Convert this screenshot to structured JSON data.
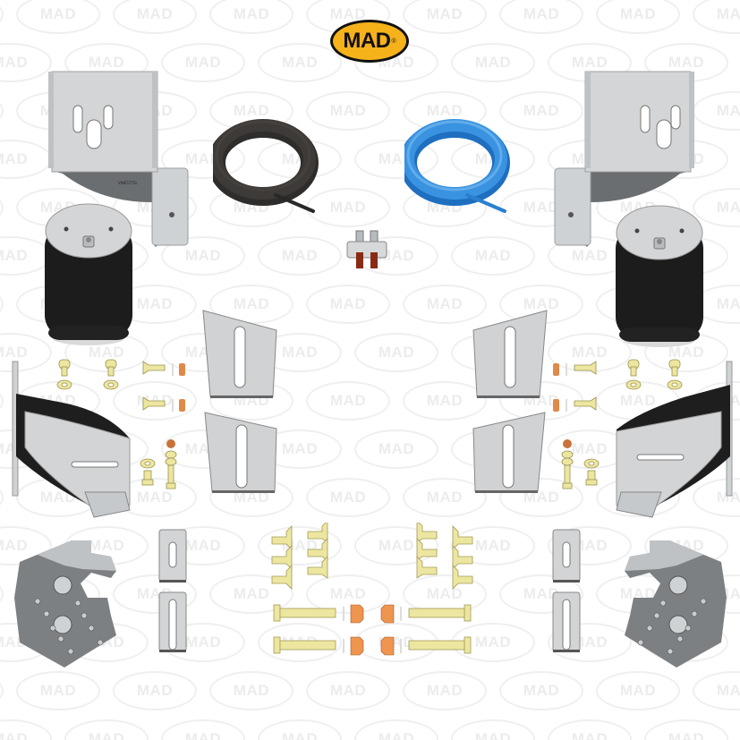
{
  "brand": {
    "logo_text": "MAD",
    "logo_mark": "®",
    "logo_color": "#f6b21b",
    "logo_border": "#111111",
    "watermark_text": "MAD"
  },
  "colors": {
    "steel_light": "#d4d6d8",
    "steel_dark": "#5a5d60",
    "air_spring_black": "#1a1a1a",
    "hose_black": "#2e2c2a",
    "hose_blue": "#2f86d6",
    "bolt_brass": "#efe9a4",
    "nut_copper": "#e08a4a"
  },
  "parts": {
    "upper_bracket_left": {
      "name": "Upper mounting bracket (left)"
    },
    "upper_bracket_right": {
      "name": "Upper mounting bracket (right)"
    },
    "air_spring_left": {
      "name": "Air spring bellows (left)"
    },
    "air_spring_right": {
      "name": "Air spring bellows (right)"
    },
    "hose_black": {
      "name": "Air hose coil (black)"
    },
    "hose_blue": {
      "name": "Air hose coil (blue)"
    },
    "inflation_valve": {
      "name": "Dual inflation valve block"
    },
    "lower_bracket_left": {
      "name": "Lower bracket (left)"
    },
    "lower_bracket_right": {
      "name": "Lower bracket (right)"
    },
    "spacer_plates_left": {
      "name": "Slotted spacer plates (left)"
    },
    "spacer_plates_right": {
      "name": "Slotted spacer plates (right)"
    },
    "base_plate_left": {
      "name": "Base plate (left)"
    },
    "base_plate_right": {
      "name": "Base plate (right)"
    },
    "small_plates_left": {
      "name": "Small slotted plates (left)"
    },
    "small_plates_right": {
      "name": "Small slotted plates (right)"
    },
    "hardware_center": {
      "name": "Countersunk bolts, long bolts, washers and nuts"
    }
  }
}
